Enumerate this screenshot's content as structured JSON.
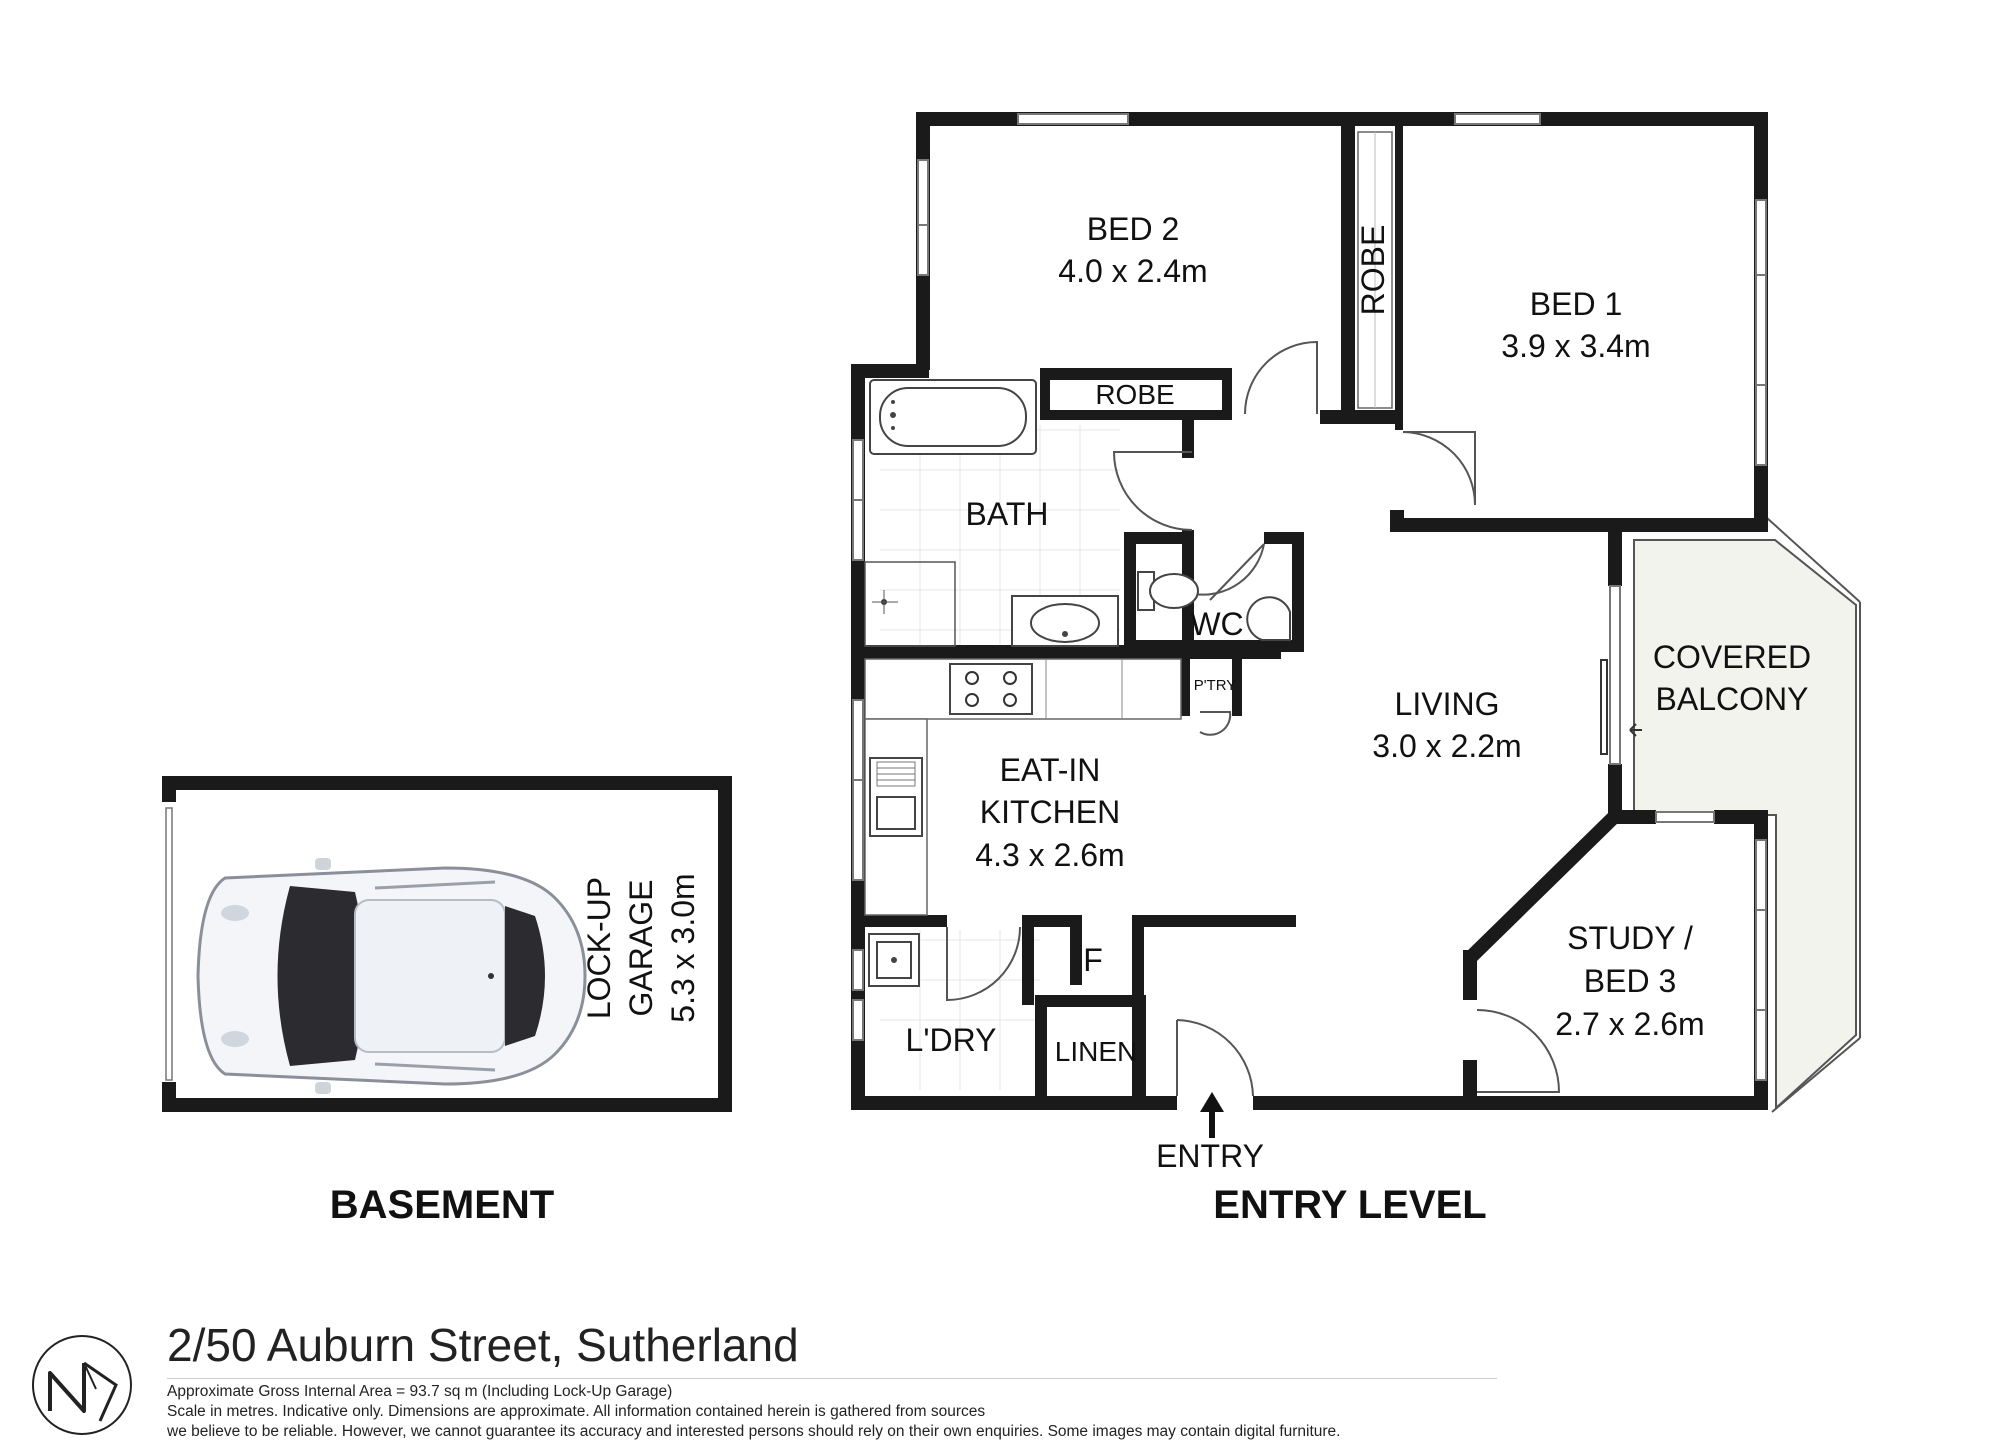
{
  "address": "2/50 Auburn Street, Sutherland",
  "notes": [
    "Approximate Gross Internal Area = 93.7 sq m (Including Lock-Up Garage)",
    "Scale in metres. Indicative only. Dimensions are approximate. All information contained herein is gathered from sources",
    "we believe to be reliable. However, we cannot guarantee its accuracy and interested persons should rely on their own enquiries. Some images may contain digital furniture."
  ],
  "levels": {
    "basement": "BASEMENT",
    "entry": "ENTRY LEVEL"
  },
  "rooms": {
    "bed2": {
      "name": "BED 2",
      "dims": "4.0 x 2.4m"
    },
    "bed1": {
      "name": "BED 1",
      "dims": "3.9 x 3.4m"
    },
    "robe1": "ROBE",
    "robe2": "ROBE",
    "bath": "BATH",
    "wc": "WC",
    "pantry": "P'TRY",
    "living": {
      "name": "LIVING",
      "dims": "3.0 x 2.2m"
    },
    "balcony": {
      "line1": "COVERED",
      "line2": "BALCONY"
    },
    "kitchen": {
      "line1": "EAT-IN",
      "line2": "KITCHEN",
      "dims": "4.3 x 2.6m"
    },
    "fridge": "F",
    "laundry": "L'DRY",
    "linen": "LINEN",
    "entry": "ENTRY",
    "study": {
      "line1": "STUDY /",
      "line2": "BED 3",
      "dims": "2.7 x 2.6m"
    },
    "garage": {
      "line1": "LOCK-UP",
      "line2": "GARAGE",
      "dims": "5.3 x 3.0m"
    }
  },
  "colors": {
    "wall": "#1a1a1a",
    "balcony_fill": "#f1f3ec",
    "text": "#111111"
  },
  "icons": {
    "logo": "north-compass-icon",
    "entry_arrow": "arrow-up-icon",
    "car": "car-icon"
  }
}
